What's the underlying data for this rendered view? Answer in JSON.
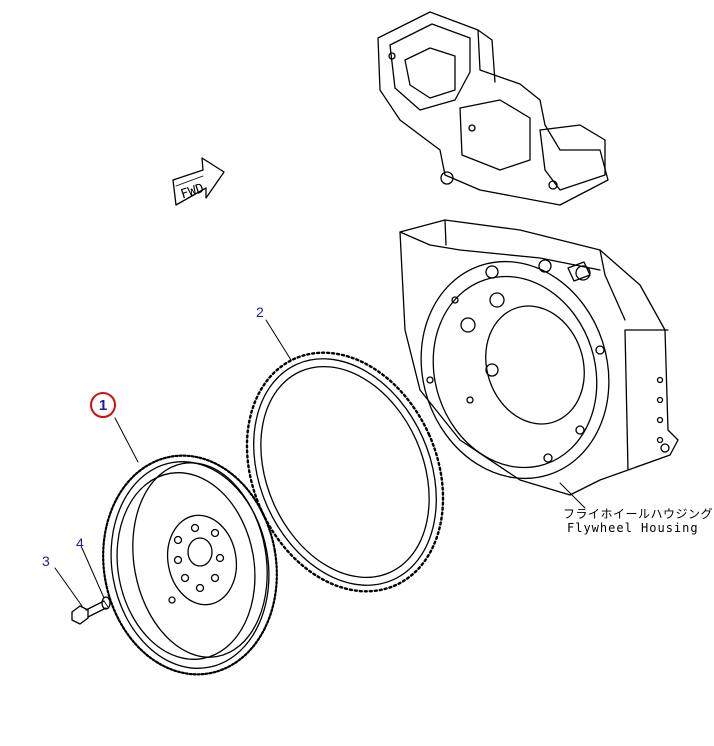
{
  "callouts": {
    "part_1": "1",
    "part_2": "2",
    "part_3": "3",
    "part_4": "4"
  },
  "labels": {
    "housing_jp": "フライホイールハウジング",
    "housing_en": "Flywheel Housing",
    "fwd": "FWD"
  },
  "colors": {
    "callout_text": "#1a1aa8",
    "highlight_circle": "#d01010",
    "line_art": "#000000"
  }
}
